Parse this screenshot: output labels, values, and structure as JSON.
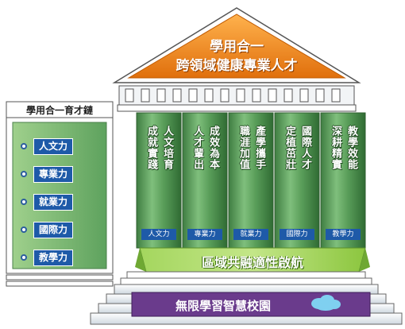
{
  "roof": {
    "line1": "學用合一",
    "line2": "跨領域健康專業人才"
  },
  "sidebar": {
    "title": "學用合一育才鏈",
    "items": [
      {
        "label": "人文力"
      },
      {
        "label": "專業力"
      },
      {
        "label": "就業力"
      },
      {
        "label": "國際力"
      },
      {
        "label": "教學力"
      }
    ]
  },
  "pillars": [
    {
      "col1": "人文培育",
      "col2": "成就實踐",
      "label": "人文力"
    },
    {
      "col1": "成效為本",
      "col2": "人才輩出",
      "label": "專業力"
    },
    {
      "col1": "產學攜手",
      "col2": "職涯加值",
      "label": "就業力"
    },
    {
      "col1": "國際人才",
      "col2": "定植茁壯",
      "label": "國際力"
    },
    {
      "col1": "教學效能",
      "col2": "深耕精實",
      "label": "教學力"
    }
  ],
  "banner": {
    "text": "區域共融適性啟航"
  },
  "base": {
    "text": "無限學習智慧校園"
  },
  "colors": {
    "roof_orange": "#f08a1c",
    "pillar_green": "#4f8f4f",
    "label_blue": "#1e5aa8",
    "base_purple": "#6a3b8c",
    "banner_green": "#8cc63f"
  }
}
